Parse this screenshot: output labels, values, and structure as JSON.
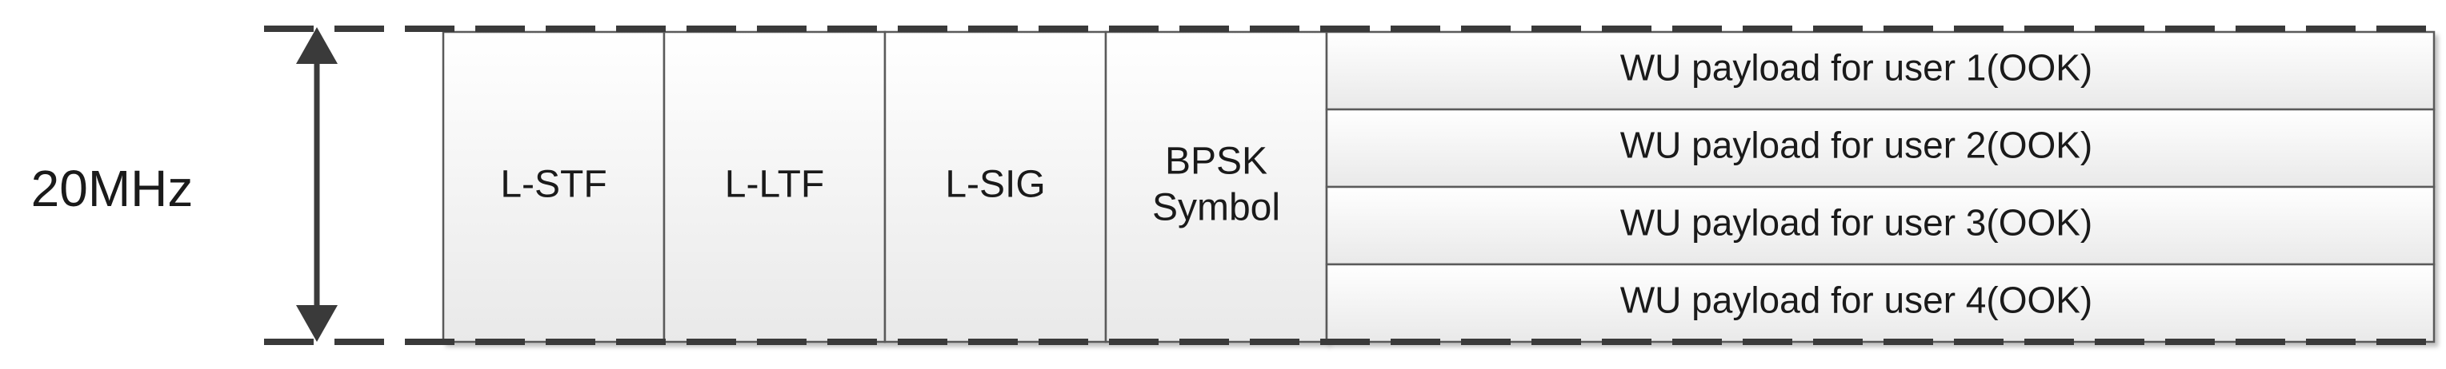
{
  "bandwidth_label": "20MHz",
  "fields": [
    {
      "id": "l-stf",
      "lines": [
        "L-STF"
      ]
    },
    {
      "id": "l-ltf",
      "lines": [
        "L-LTF"
      ]
    },
    {
      "id": "l-sig",
      "lines": [
        "L-SIG"
      ]
    },
    {
      "id": "bpsk-symbol",
      "lines": [
        "BPSK",
        "Symbol"
      ]
    }
  ],
  "payloads": [
    "WU payload for user 1(OOK)",
    "WU payload for user 2(OOK)",
    "WU payload for user 3(OOK)",
    "WU payload for user 4(OOK)"
  ],
  "colors": {
    "cell_fill_top": "#ffffff",
    "cell_fill_bottom": "#e9e9e9",
    "border": "#5a5a5a",
    "dashed_line": "#3a3a3a",
    "text": "#1a1a1a"
  }
}
